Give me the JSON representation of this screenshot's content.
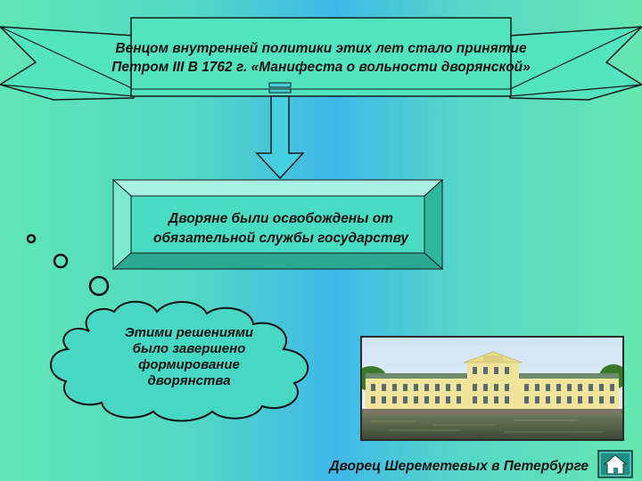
{
  "banner": {
    "line1": "Венцом внутренней политики этих лет стало принятие",
    "line2": "Петром III В 1762 г. «Манифеста о вольности дворянской»"
  },
  "box": {
    "line1": "Дворяне были освобождены от",
    "line2": "обязательной службы государству"
  },
  "cloud": {
    "line1": "Этими решениями",
    "line2": "было завершено",
    "line3": "формирование",
    "line4": "дворянства"
  },
  "caption": "Дворец Шереметевых в Петербурге",
  "home_button": {
    "icon": "home-icon"
  },
  "colors": {
    "banner_fill": "#52e3bf",
    "box_fill": "#48dcc2",
    "cloud_fill": "#46d8c4",
    "arrow_fill": "#46cfe0",
    "home_fill": "#1f8f86"
  }
}
